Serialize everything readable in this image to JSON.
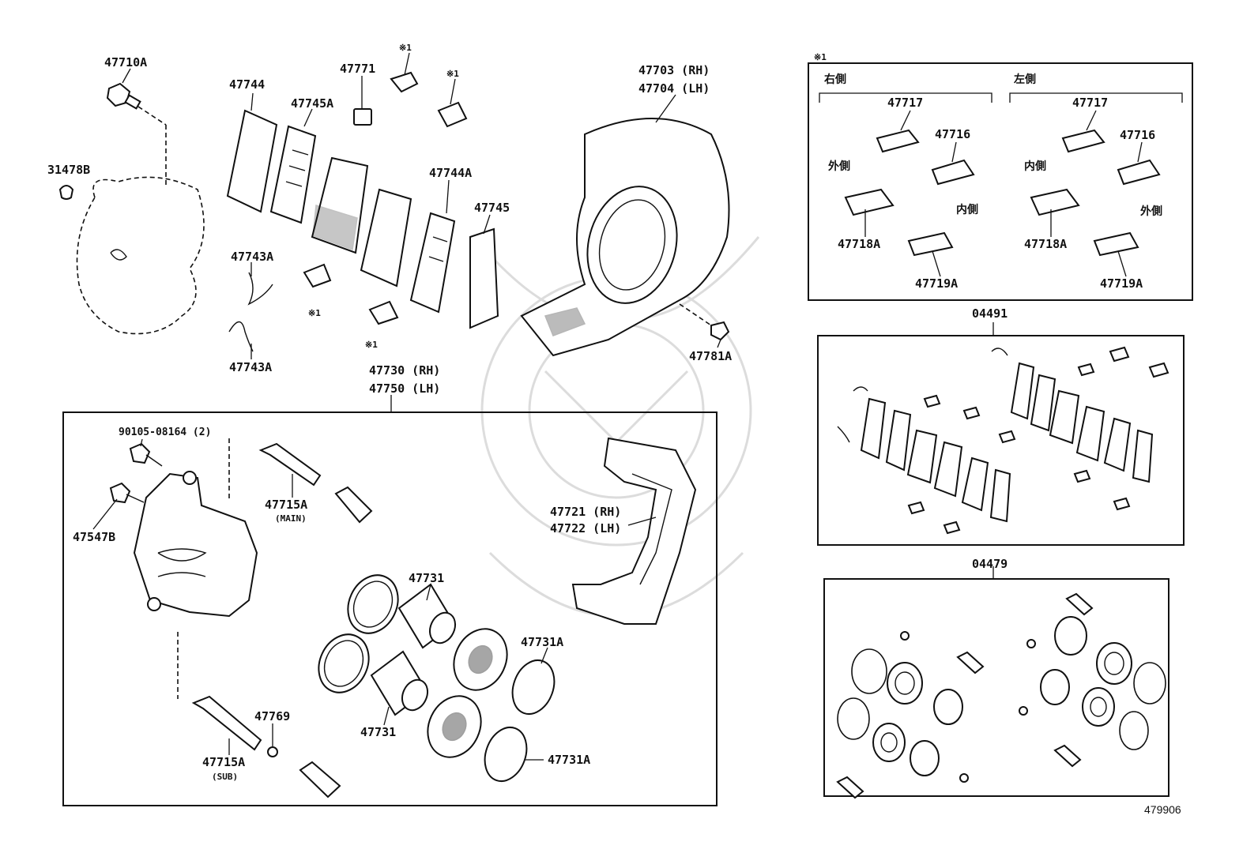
{
  "labels": {
    "p47710A": "47710A",
    "p31478B": "31478B",
    "p47744": "47744",
    "p47745A": "47745A",
    "p47771": "47771",
    "note1_a": "※1",
    "note1_b": "※1",
    "note1_c": "※1",
    "note1_d": "※1",
    "p47744A": "47744A",
    "p47745": "47745",
    "p47743A_top": "47743A",
    "p47743A_bot": "47743A",
    "p47703": "47703 (RH)",
    "p47704": "47704 (LH)",
    "p47781A": "47781A",
    "p47730": "47730 (RH)",
    "p47750": "47750 (LH)",
    "p90105": "90105-08164 (2)",
    "p47547B": "47547B",
    "p47715A_main": "47715A",
    "main_note": "(MAIN)",
    "p47721": "47721 (RH)",
    "p47722": "47722 (LH)",
    "p47731_top": "47731",
    "p47731_bot": "47731",
    "p47731A_top": "47731A",
    "p47731A_bot": "47731A",
    "p47769": "47769",
    "p47715A_sub": "47715A",
    "sub_note": "(SUB)",
    "inset_note": "※1",
    "right_side": "右側",
    "left_side": "左側",
    "r_47717": "47717",
    "r_47716": "47716",
    "r_outer": "外側",
    "r_inner": "内側",
    "r_47718A": "47718A",
    "r_47719A": "47719A",
    "l_47717": "47717",
    "l_47716": "47716",
    "l_inner": "内側",
    "l_outer": "外側",
    "l_47718A": "47718A",
    "l_47719A": "47719A",
    "kit1": "04491",
    "kit2": "04479",
    "illust_code": "479906"
  }
}
